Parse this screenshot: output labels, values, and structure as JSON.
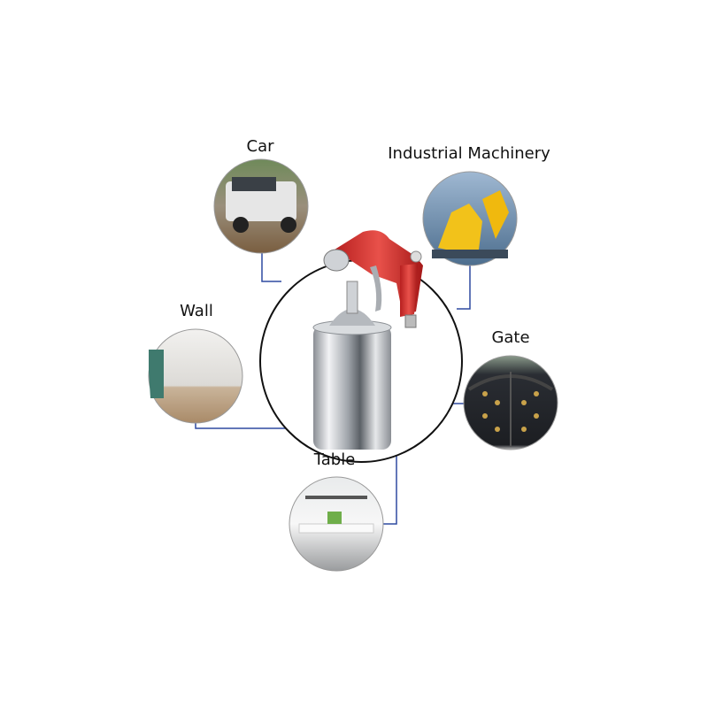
{
  "applications": [
    {
      "label": "Car"
    },
    {
      "label": "Industrial Machinery"
    },
    {
      "label": "Wall"
    },
    {
      "label": "Gate"
    },
    {
      "label": "Table"
    }
  ],
  "colors": {
    "connector": "#2f4aa0",
    "gun_body": "#d8302c",
    "cup": "#c9ccd0"
  }
}
